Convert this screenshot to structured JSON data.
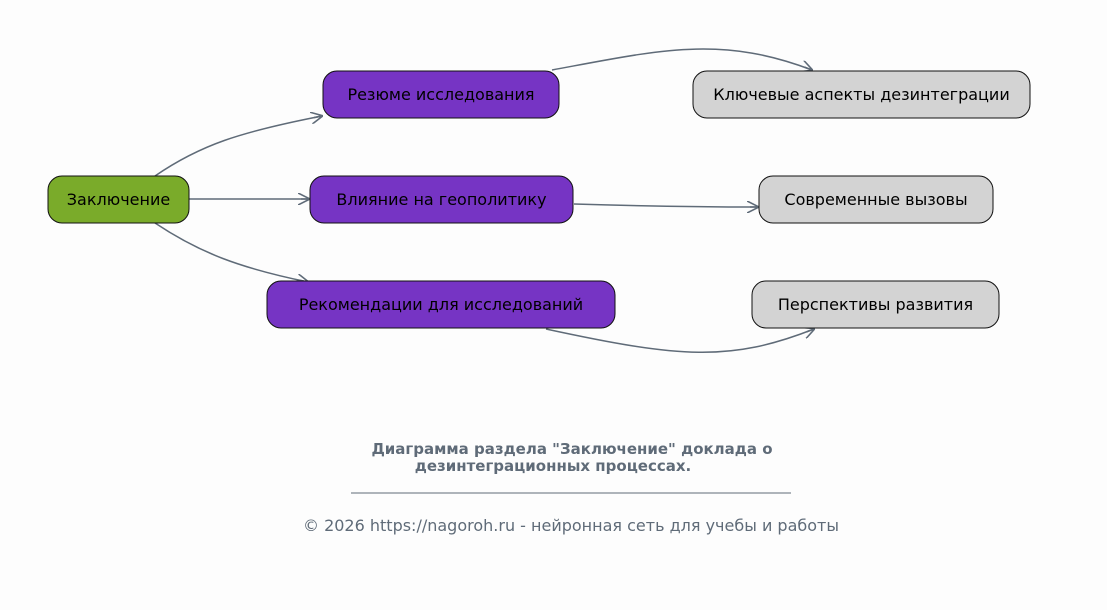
{
  "colors": {
    "root": "#7aab2a",
    "primary": "#7634c4",
    "secondary": "#d3d3d3",
    "edge": "#5f6b78",
    "caption": "#5f6b78"
  },
  "nodes": {
    "root": "Заключение",
    "summary": "Резюме исследования",
    "geopolitics": "Влияние на геополитику",
    "recommendations": "Рекомендации для исследований",
    "key_aspects": "Ключевые аспекты дезинтеграции",
    "challenges": "Современные вызовы",
    "prospects": "Перспективы развития"
  },
  "caption": {
    "line1": "Диаграмма раздела \"Заключение\" доклада о",
    "line2": "дезинтеграционных процессах."
  },
  "footer": "© 2026 https://nagoroh.ru - нейронная сеть для учебы и работы"
}
